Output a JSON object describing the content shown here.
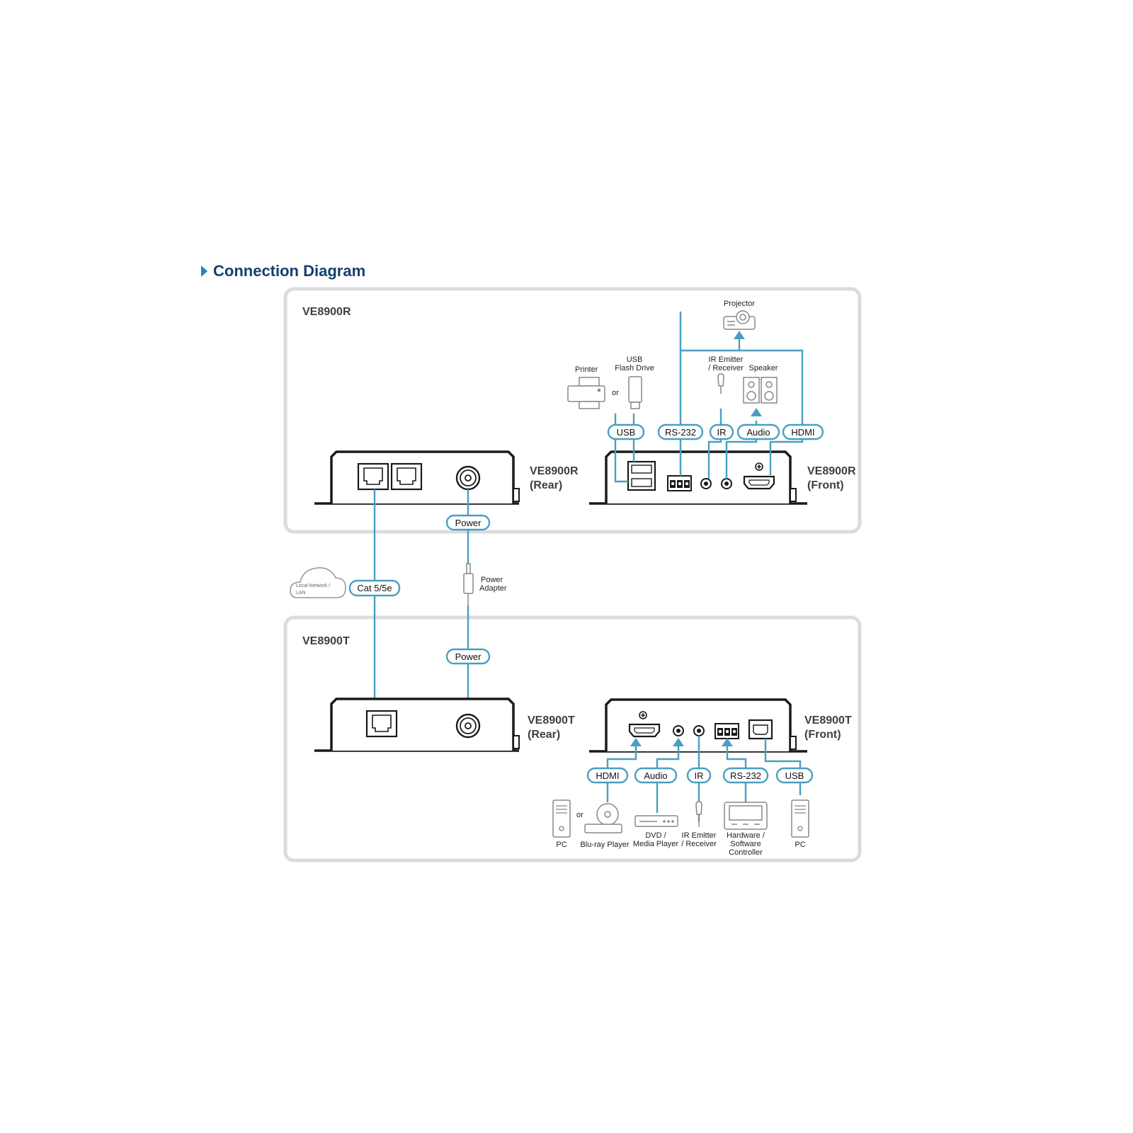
{
  "title": "Connection Diagram",
  "colors": {
    "accent": "#4a9fc0",
    "title": "#163f70",
    "title_arrow": "#1f86c8",
    "panel_border": "#dcdcdc",
    "device": "#1a1a1a"
  },
  "receiver": {
    "section_label": "VE8900R",
    "rear_label": [
      "VE8900R",
      "(Rear)"
    ],
    "front_label": [
      "VE8900R",
      "(Front)"
    ],
    "ports": {
      "power": "Power",
      "usb": "USB",
      "rs232": "RS-232",
      "ir": "IR",
      "audio": "Audio",
      "hdmi": "HDMI"
    },
    "devices": {
      "printer": "Printer",
      "or": "or",
      "usb_flash_drive": [
        "USB",
        "Flash Drive"
      ],
      "projector": "Projector",
      "ir_emitter": [
        "IR Emitter",
        "/ Receiver"
      ],
      "speaker": "Speaker"
    }
  },
  "link": {
    "cable": "Cat 5/5e",
    "network": [
      "Local Network /",
      "LAN"
    ],
    "power_adapter": [
      "Power",
      "Adapter"
    ]
  },
  "transmitter": {
    "section_label": "VE8900T",
    "rear_label": [
      "VE8900T",
      "(Rear)"
    ],
    "front_label": [
      "VE8900T",
      "(Front)"
    ],
    "ports": {
      "power": "Power",
      "hdmi": "HDMI",
      "audio": "Audio",
      "ir": "IR",
      "rs232": "RS-232",
      "usb": "USB"
    },
    "devices": {
      "pc_left": "PC",
      "or": "or",
      "bluray": "Blu-ray Player",
      "dvd": [
        "DVD /",
        "Media Player"
      ],
      "ir_emitter": [
        "IR Emitter",
        "/ Receiver"
      ],
      "controller": [
        "Hardware /",
        "Software",
        "Controller"
      ],
      "pc_right": "PC"
    }
  }
}
